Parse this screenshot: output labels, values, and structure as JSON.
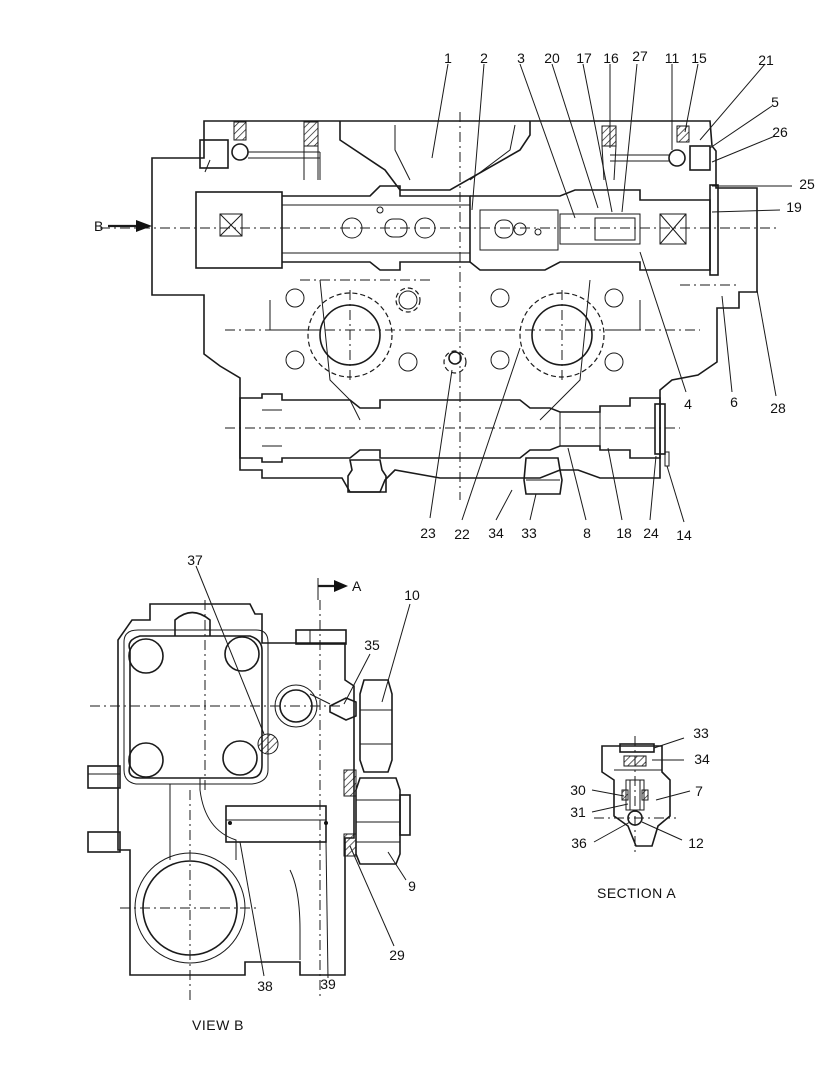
{
  "top_view": {
    "callouts": [
      "1",
      "2",
      "3",
      "20",
      "17",
      "16",
      "27",
      "11",
      "15",
      "21",
      "5",
      "26",
      "25",
      "19",
      "4",
      "6",
      "28",
      "23",
      "22",
      "34",
      "33",
      "8",
      "18",
      "24",
      "14"
    ],
    "view_arrow_label": "B"
  },
  "view_b": {
    "callouts": [
      "37",
      "10",
      "35",
      "9",
      "29",
      "38",
      "39"
    ],
    "section_arrow_label": "A",
    "caption": "VIEW B"
  },
  "section_a": {
    "callouts": [
      "33",
      "34",
      "30",
      "7",
      "31",
      "36",
      "12"
    ],
    "caption": "SECTION A"
  }
}
